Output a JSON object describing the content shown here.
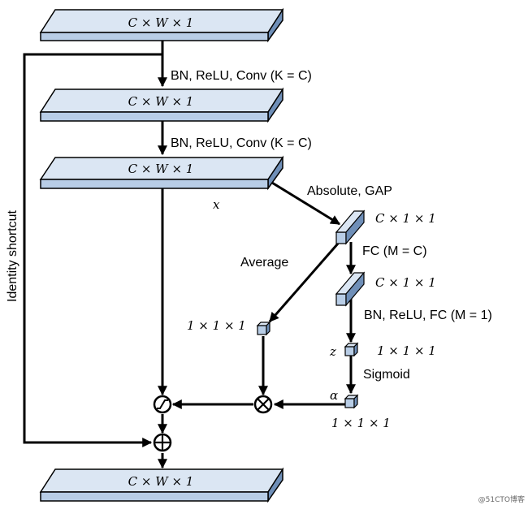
{
  "colors": {
    "block_fill": "#b8cde6",
    "block_side": "#6f8fb8",
    "block_top": "#dbe6f3",
    "stroke": "#000000"
  },
  "blocks": {
    "top": "C × W × 1",
    "second": "C × W × 1",
    "third": "C × W × 1",
    "bottom": "C × W × 1"
  },
  "labels": {
    "conv1": "BN, ReLU, Conv (K = C)",
    "conv2": "BN, ReLU, Conv (K = C)",
    "x": "x",
    "abs_gap": "Absolute, GAP",
    "c11_a": "C × 1 × 1",
    "fc1": "FC (M = C)",
    "c11_b": "C × 1 × 1",
    "bn_fc2": "BN, ReLU, FC (M = 1)",
    "average": "Average",
    "avg_111": "1 × 1 × 1",
    "z": "z",
    "z_111": "1 × 1 × 1",
    "sigmoid": "Sigmoid",
    "alpha": "α",
    "alpha_111": "1 × 1 × 1",
    "identity": "Identity shortcut"
  },
  "watermark": "@51CTO博客"
}
